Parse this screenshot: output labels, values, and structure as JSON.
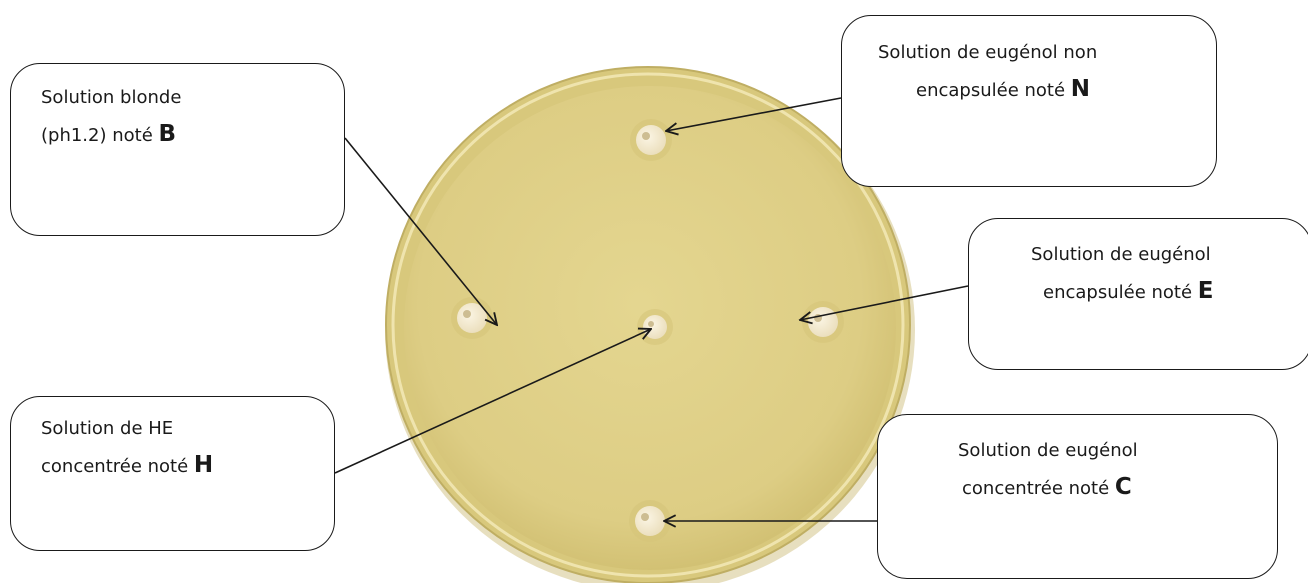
{
  "labels": {
    "b": {
      "line1": "Solution blonde",
      "line2_prefix": "(ph1.2)  noté ",
      "letter": "B"
    },
    "n": {
      "line1": "Solution de eugénol non",
      "line2_prefix": "encapsulée noté  ",
      "letter": "N"
    },
    "e": {
      "line1": "Solution de eugénol",
      "line2_prefix": "encapsulée noté ",
      "letter": "E"
    },
    "h": {
      "line1": "Solution de HE",
      "line2_prefix": "concentrée noté ",
      "letter": "H"
    },
    "c": {
      "line1": "Solution de eugénol",
      "line2_prefix": "concentrée noté ",
      "letter": "C"
    }
  },
  "colors": {
    "agar": "#e0d28a",
    "plate_rim": "#d4c374",
    "disc": "#f4ead2",
    "arrow": "#1a1a1a"
  }
}
